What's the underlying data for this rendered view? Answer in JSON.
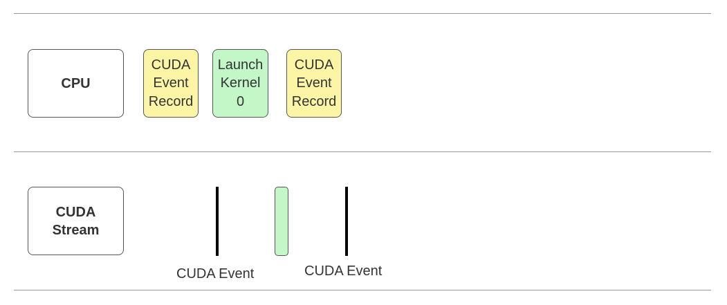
{
  "colors": {
    "event_fill": "#fdf5a6",
    "kernel_fill": "#c3f7c8",
    "lane_border": "#555555",
    "divider": "#9a9a9a",
    "marker": "#000000"
  },
  "lanes": {
    "cpu": {
      "label": "CPU"
    },
    "stream": {
      "label": "CUDA\nStream"
    }
  },
  "cpu_ops": [
    {
      "label": "CUDA\nEvent\nRecord",
      "kind": "event"
    },
    {
      "label": "Launch\nKernel\n0",
      "kind": "kernel"
    },
    {
      "label": "CUDA\nEvent\nRecord",
      "kind": "event"
    }
  ],
  "stream_items": [
    {
      "kind": "event-marker",
      "caption": "CUDA Event"
    },
    {
      "kind": "kernel-execution"
    },
    {
      "kind": "event-marker",
      "caption": "CUDA Event"
    }
  ]
}
